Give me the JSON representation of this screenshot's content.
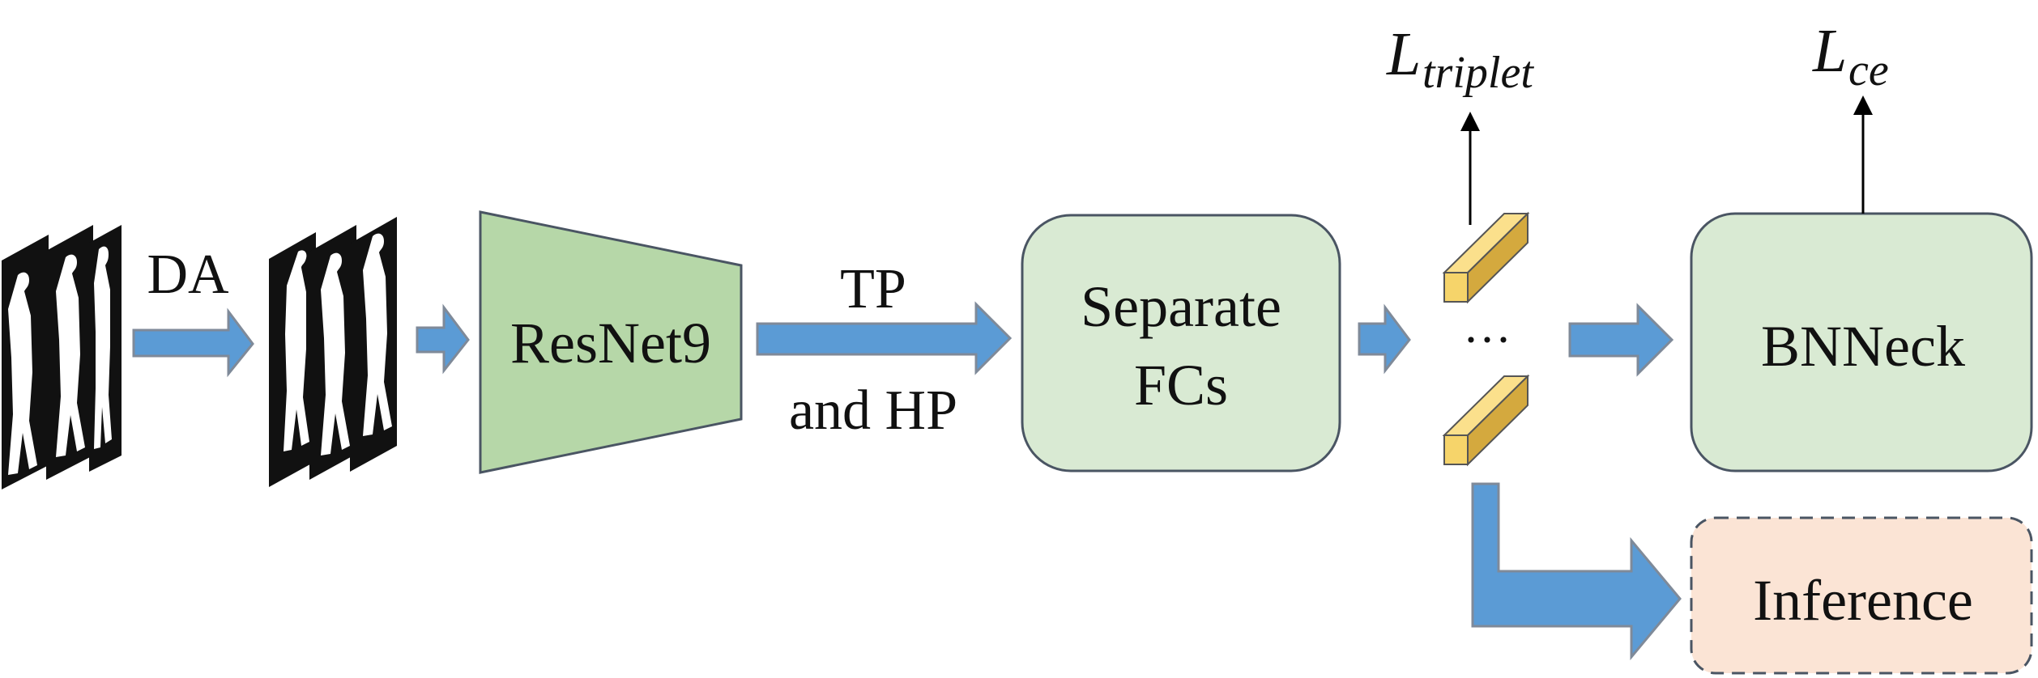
{
  "labels": {
    "da": "DA",
    "resnet": "ResNet9",
    "tp": "TP",
    "and_hp": "and HP",
    "separate": "Separate",
    "fcs": "FCs",
    "ellipsis": "···",
    "bnneck": "BNNeck",
    "inference": "Inference"
  },
  "losses": {
    "triplet_main": "L",
    "triplet_sub": "triplet",
    "ce_main": "L",
    "ce_sub": "ce"
  },
  "colors": {
    "arrow_fill": "#5b9bd5",
    "arrow_stroke": "#7f8a99",
    "resnet_fill": "#b6d7a8",
    "box_fill": "#d9ead3",
    "box_stroke": "#4a5563",
    "inference_fill": "#fbe4d5",
    "feature_front": "#f6d46a",
    "feature_top": "#fbe08c",
    "feature_side": "#d4a93e",
    "frame_bg": "#111111",
    "silhouette": "#ffffff"
  }
}
